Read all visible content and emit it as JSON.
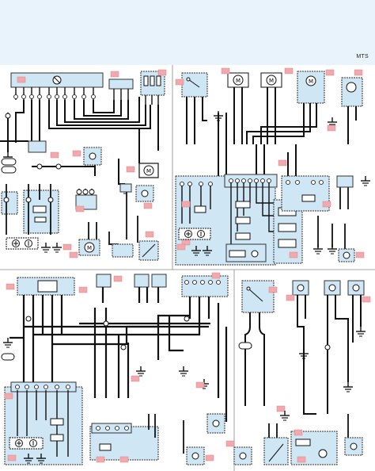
{
  "header": {
    "code": "MTS",
    "background": "#e8f3fb"
  },
  "colors": {
    "wire": "#111111",
    "component_fill": "#cfe6f5",
    "tag": "#f2a9ad",
    "outline": "#333333"
  },
  "icons": [
    "ground-symbol",
    "motor-symbol",
    "switch-symbol",
    "relay-coil",
    "lamp-symbol",
    "connector-block",
    "battery-symbol"
  ]
}
